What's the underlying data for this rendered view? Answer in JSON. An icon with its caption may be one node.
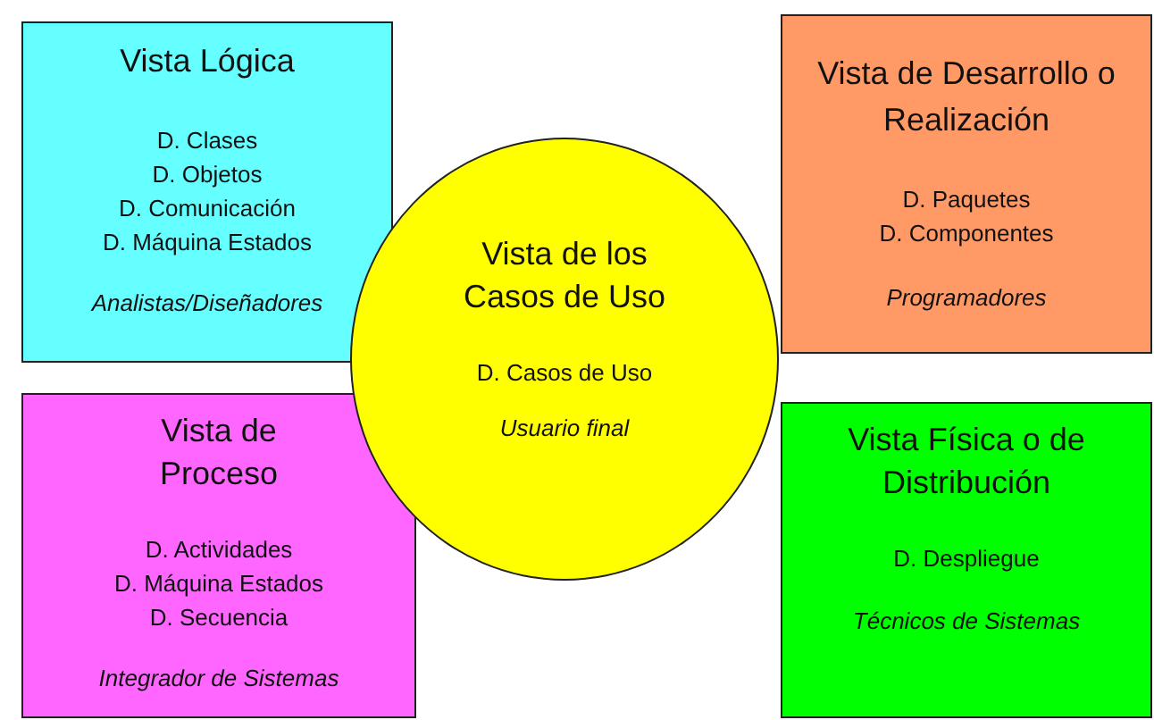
{
  "diagram": {
    "nodes": [
      {
        "text": [
          "Vista Lógica",
          "D. Clases",
          "D. Objetos",
          "D. Comunicación",
          "D. Máquina Estados",
          "Analistas/Diseñadores"
        ]
      },
      {
        "text": [
          "Vista de Desarrollo o Realización",
          "D. Paquetes",
          "D. Componentes",
          "Programadores"
        ]
      },
      {
        "text": [
          "Vista de Proceso",
          "D. Actividades",
          "D. Máquina Estados",
          "D. Secuencia",
          "Integrador de Sistemas"
        ]
      },
      {
        "text": [
          "Vista Física o de Distribución",
          "D. Despliegue",
          "Técnicos de Sistemas"
        ]
      },
      {
        "text": [
          "Vista de los Casos de Uso",
          "D. Casos de Uso",
          "Usuario final"
        ]
      }
    ]
  }
}
